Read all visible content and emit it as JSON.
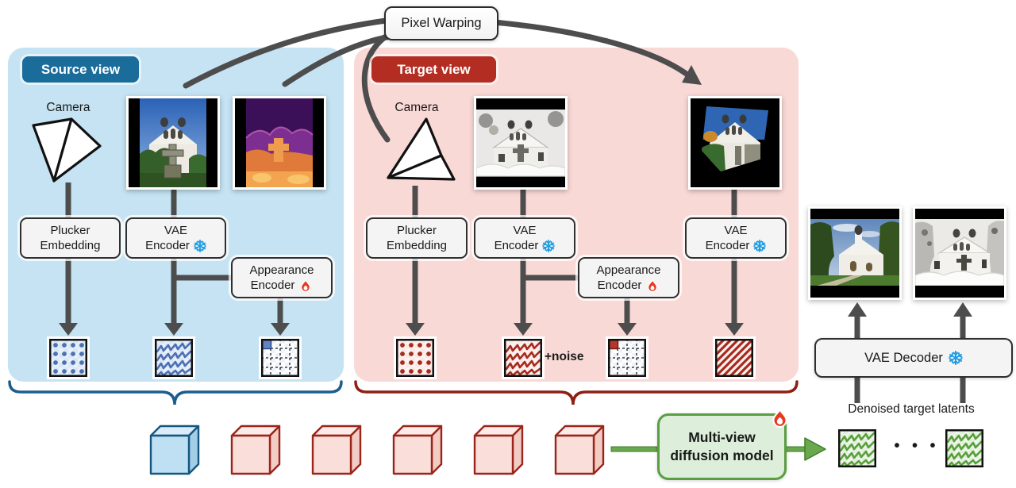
{
  "figure": {
    "pixel_warping": "Pixel Warping",
    "source": {
      "badge": "Source view",
      "camera": "Camera",
      "plucker": [
        "Plucker",
        "Embedding"
      ],
      "vae_encoder": [
        "VAE",
        "Encoder"
      ],
      "appearance_encoder": [
        "Appearance",
        "Encoder"
      ]
    },
    "target": {
      "badge": "Target view",
      "camera": "Camera",
      "plucker": [
        "Plucker",
        "Embedding"
      ],
      "vae_encoder": [
        "VAE",
        "Encoder"
      ],
      "appearance_encoder": [
        "Appearance",
        "Encoder"
      ],
      "noise": "+noise"
    },
    "decoder": {
      "label": "VAE Decoder",
      "caption": "Denoised target latents"
    },
    "diffusion": {
      "label_line1": "Multi-view",
      "label_line2": "diffusion model",
      "ellipsis": "• • •"
    },
    "icons": {
      "frozen": "snowflake",
      "trainable": "flame"
    },
    "colors": {
      "source_accent": "#1a6c9b",
      "source_bg": "#c5e3f2",
      "target_accent": "#b32d22",
      "target_bg": "#f9d9d6",
      "latent_blue": "#4d6fb4",
      "latent_red": "#a62a1e",
      "green_accent": "#5a9e42",
      "green_bg": "#ddeeda",
      "connector_gray": "#4d4d4d",
      "frozen_blue": "#1e9be0",
      "flame_red": "#e8391f"
    }
  }
}
